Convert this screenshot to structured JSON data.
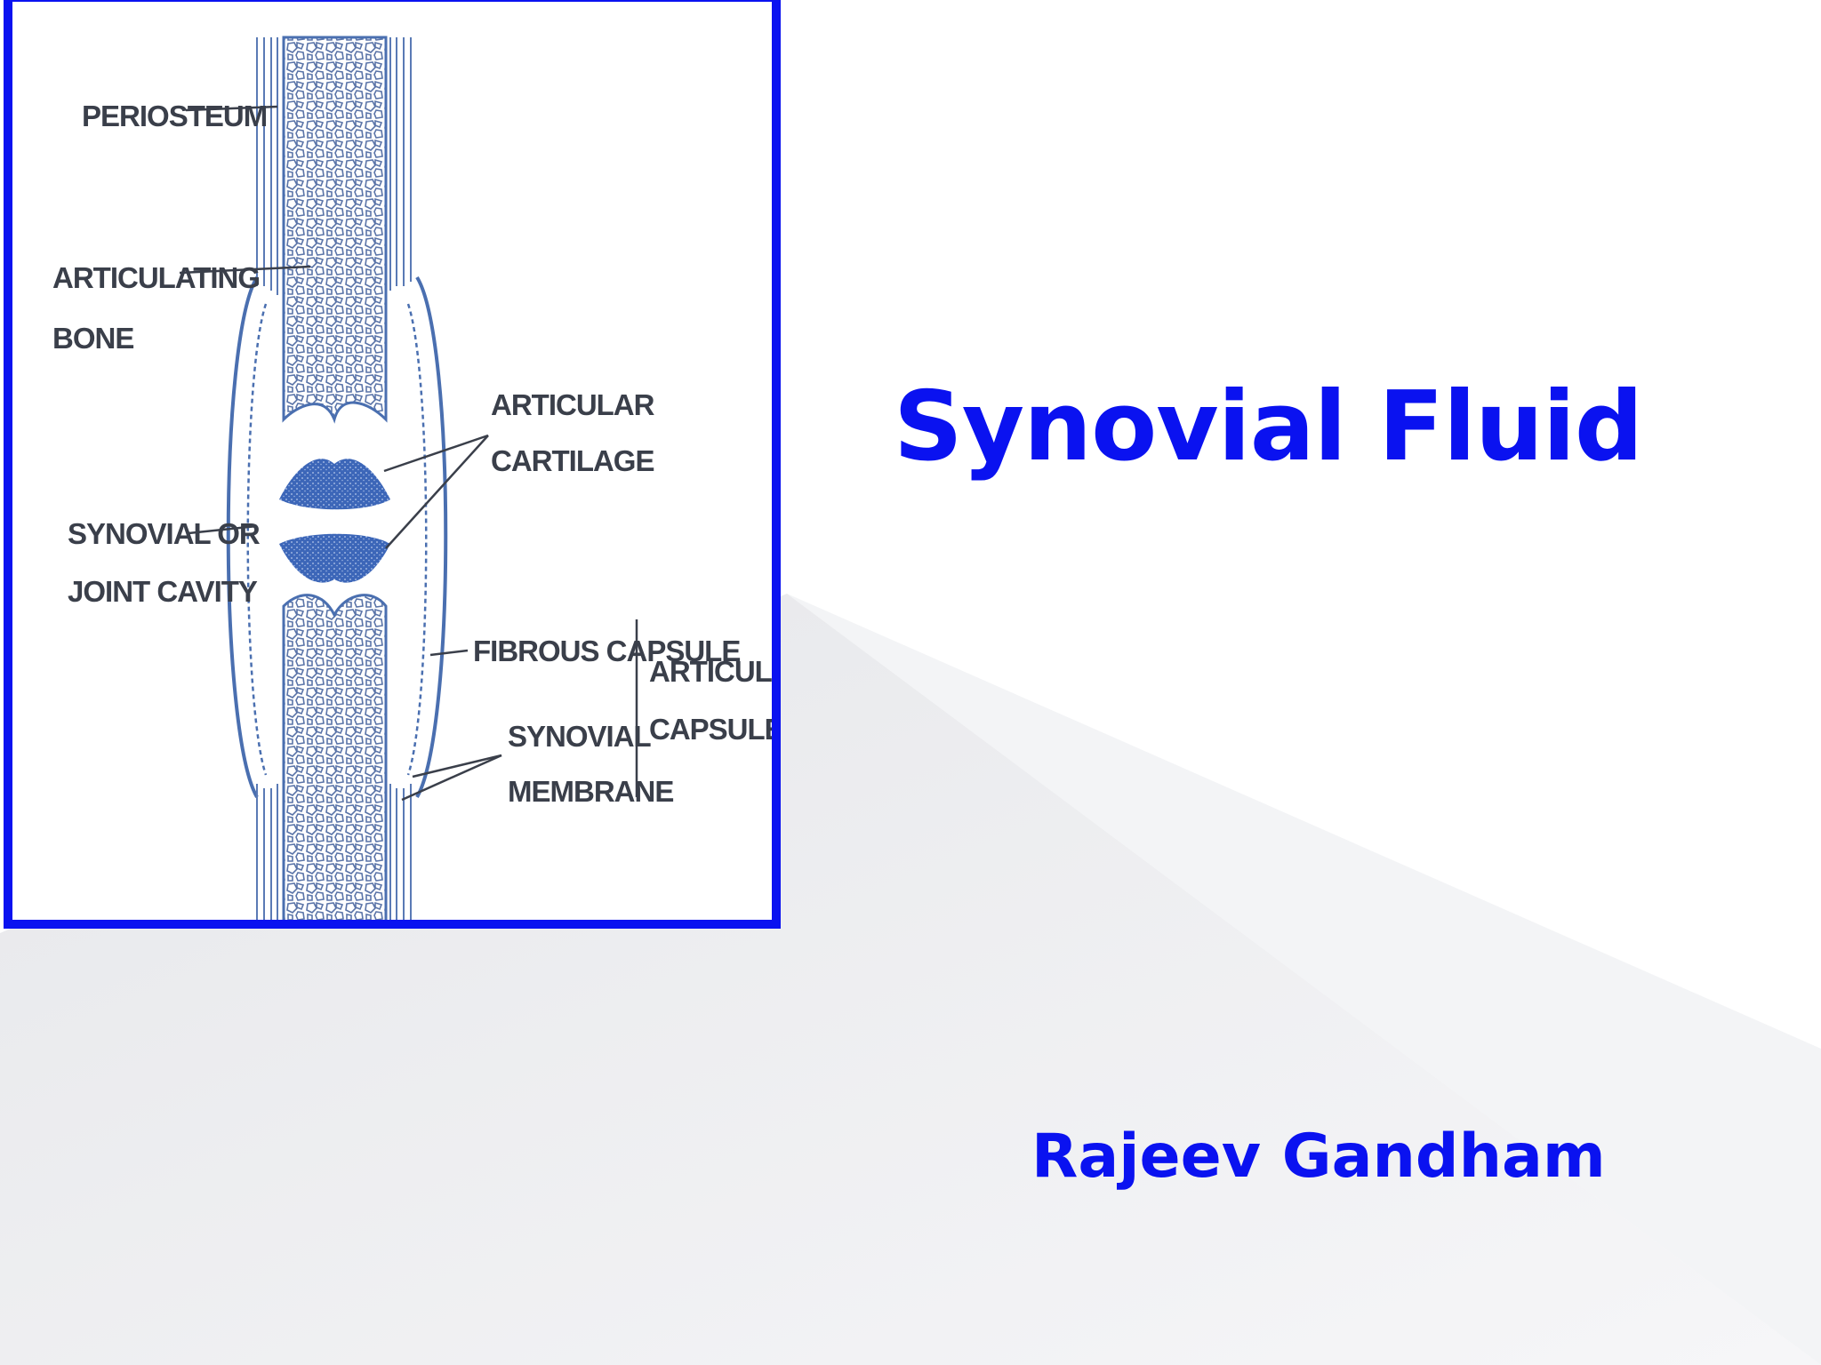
{
  "slide": {
    "title": "Synovial Fluid",
    "author": "Rajeev Gandham",
    "accent_color": "#0a12f0"
  },
  "diagram": {
    "labels": {
      "periosteum": "PERIOSTEUM",
      "articulating_1": "ARTICULATING",
      "articulating_2": "BONE",
      "articular_cartilage_1": "ARTICULAR",
      "articular_cartilage_2": "CARTILAGE",
      "synovial_cavity_1": "SYNOVIAL OR",
      "synovial_cavity_2": "JOINT CAVITY",
      "fibrous_capsule": "FIBROUS CAPSULE",
      "synovial_membrane_1": "SYNOVIAL",
      "synovial_membrane_2": "MEMBRANE",
      "articular_capsule_1": "ARTICULAR",
      "articular_capsule_2": "CAPSULE"
    }
  }
}
